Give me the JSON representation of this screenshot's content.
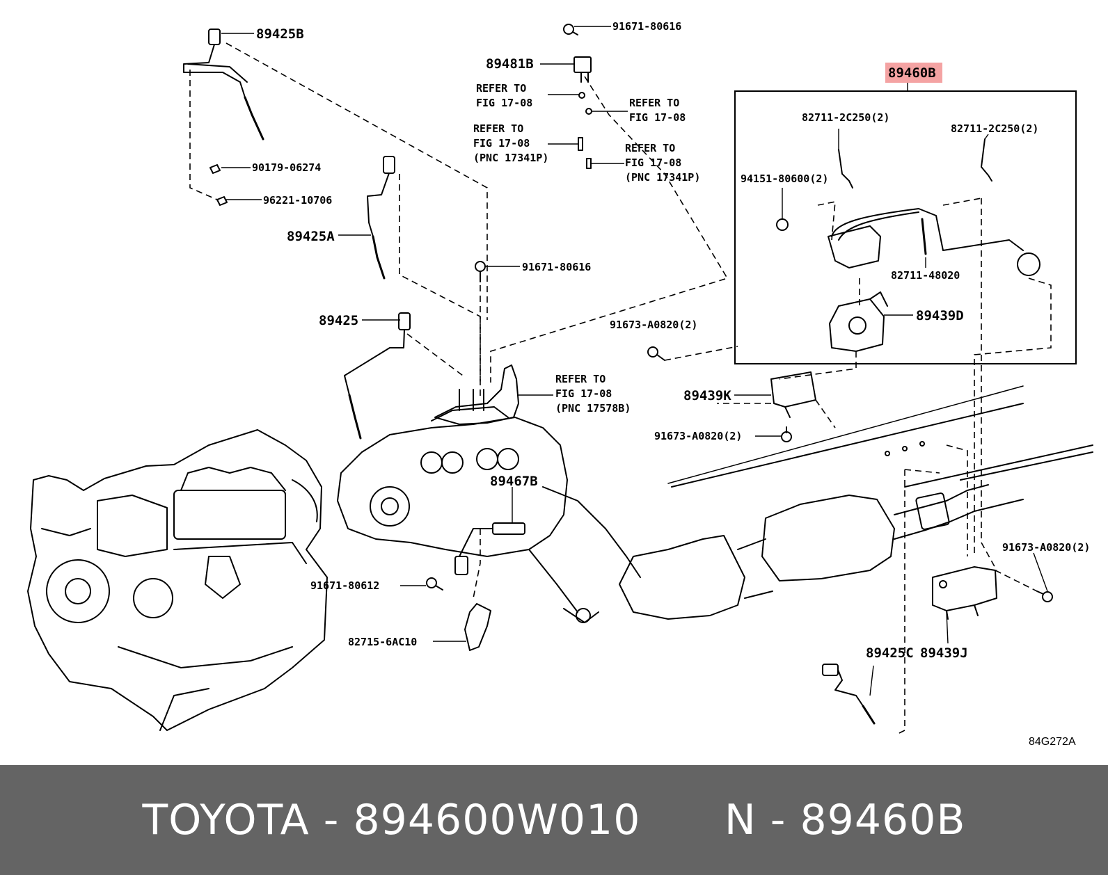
{
  "diagram": {
    "figure_code": "84G272A",
    "highlight_color": "#f4a3a3",
    "labels": {
      "p89425B": "89425B",
      "p91671_80616_top": "91671-80616",
      "p89481B": "89481B",
      "refer1a": "REFER TO",
      "refer1b": "FIG 17-08",
      "refer2a": "REFER TO",
      "refer2b": "FIG 17-08",
      "refer3a": "REFER TO",
      "refer3b": "FIG 17-08",
      "refer3c": "(PNC 17341P)",
      "refer4a": "REFER TO",
      "refer4b": "FIG 17-08",
      "refer4c": "(PNC 17341P)",
      "p89460B": "89460B",
      "p82711_2C250_a": "82711-2C250(2)",
      "p82711_2C250_b": "82711-2C250(2)",
      "p94151_80600": "94151-80600(2)",
      "p90179_06274": "90179-06274",
      "p96221_10706": "96221-10706",
      "p89425A": "89425A",
      "p91671_80616_mid": "91671-80616",
      "p82711_48020": "82711-48020",
      "p89439D": "89439D",
      "p89425": "89425",
      "p91673_A0820_a": "91673-A0820(2)",
      "refer5a": "REFER TO",
      "refer5b": "FIG 17-08",
      "refer5c": "(PNC 17578B)",
      "p89439K": "89439K",
      "p91673_A0820_b": "91673-A0820(2)",
      "p89467B": "89467B",
      "p91673_A0820_c": "91673-A0820(2)",
      "p91671_80612": "91671-80612",
      "p82715_6AC10": "82715-6AC10",
      "p89425C": "89425C",
      "p89439J": "89439J"
    }
  },
  "footer": {
    "text": "TOYOTA - 894600W010      N - 89460B"
  }
}
